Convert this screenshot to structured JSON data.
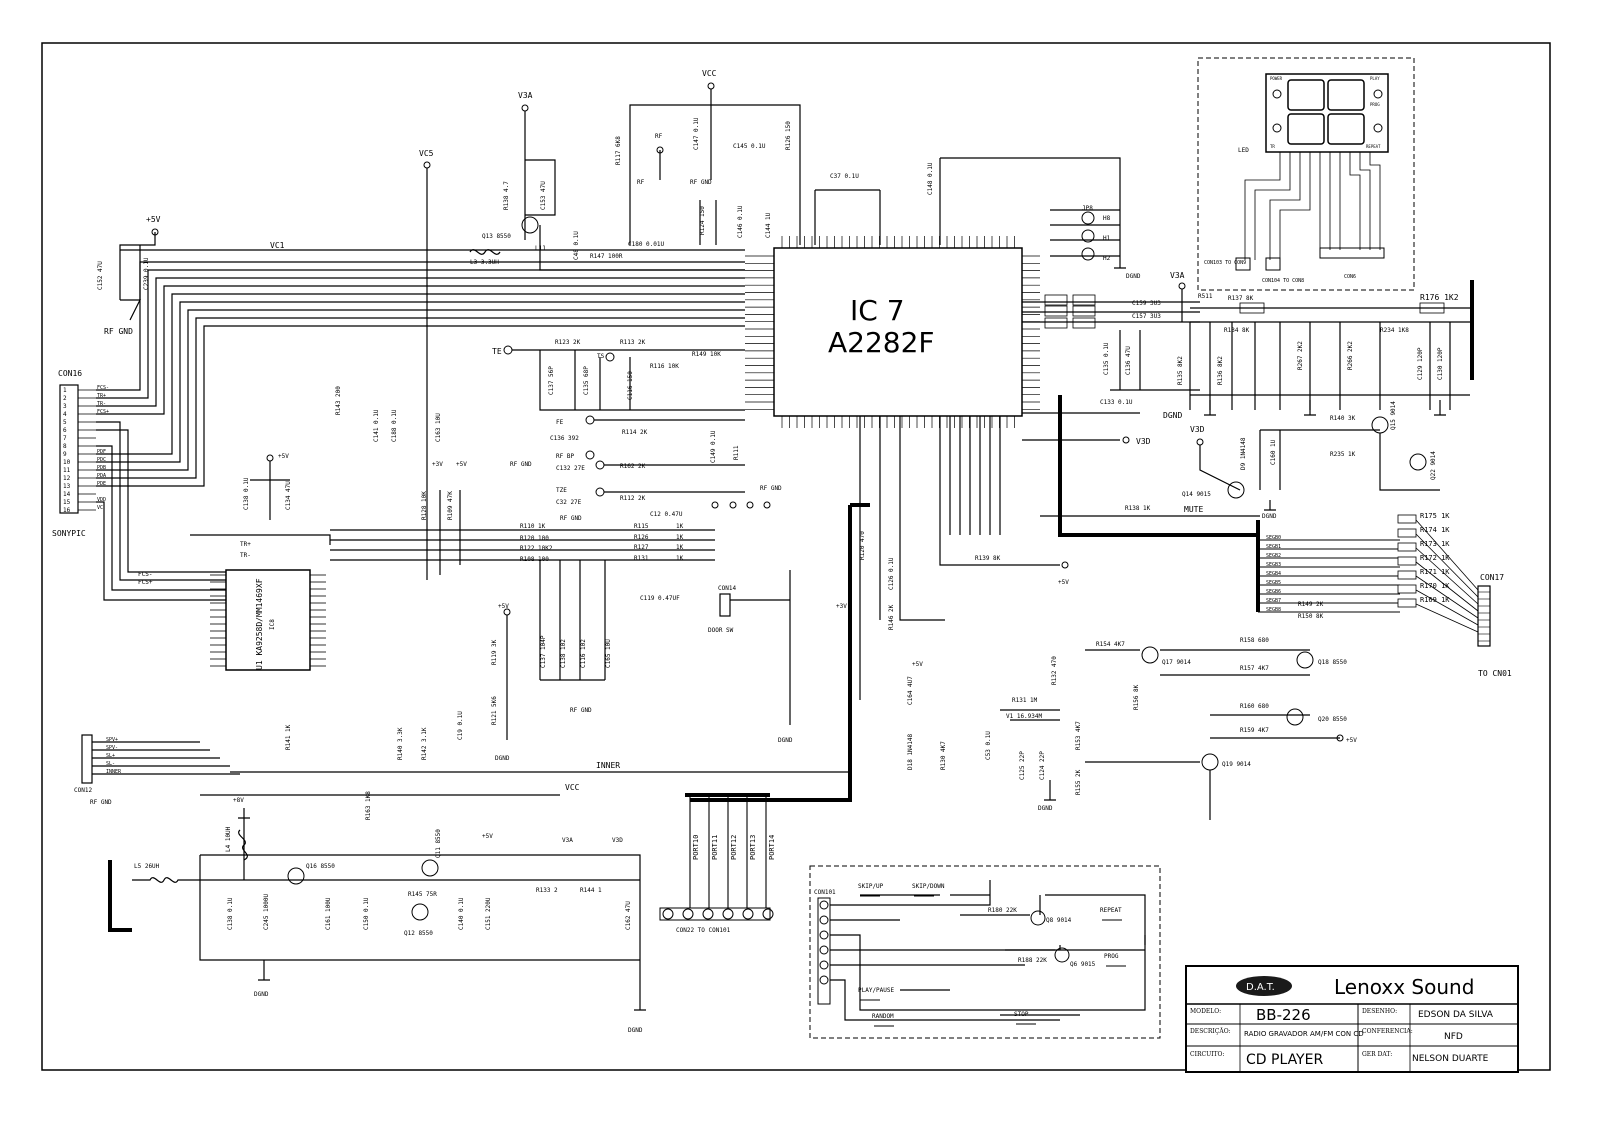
{
  "ic_main": {
    "ref": "IC 7",
    "part": "A2282F"
  },
  "ic_driver": {
    "ref": "IC8",
    "part": "U1 KA9258D/MM1469XF"
  },
  "connectors": {
    "con16": "CON16",
    "sonypic": "SONYPIC",
    "con17": "CON17",
    "to_cn01": "TO CN01",
    "con14": "CON14",
    "door": "DOOR SW",
    "con22": "CON22 TO CON101",
    "con12": "CON12",
    "rf_gnd": "RF GND",
    "con101": "CON101",
    "con103": "CON103 TO CON9",
    "con104": "CON104 TO CON8",
    "con6": "CON6"
  },
  "con16_pins": [
    "FCS-",
    "TR+",
    "TR-",
    "FCS+",
    "",
    "",
    "",
    "",
    "PDF",
    "PDC",
    "PDB",
    "PDA",
    "PDE",
    "",
    "VDD",
    "VC"
  ],
  "con17_pins": [
    "SEGB0",
    "SEGB1",
    "SEGB2",
    "SEGB3",
    "SEGB4",
    "SEGB5",
    "SEGB6",
    "SEGB7",
    "SEGB8"
  ],
  "con12_pins": [
    "SPV+",
    "SPV-",
    "SL+",
    "SL-",
    "INNER"
  ],
  "ports": [
    "PORT10",
    "PORT11",
    "PORT12",
    "PORT13",
    "PORT14"
  ],
  "rails": [
    "+5V",
    "VC5",
    "V3A",
    "VCC",
    "V3D",
    "+3V",
    "+8V",
    "DGND",
    "RF GND"
  ],
  "nets": {
    "vc1": "VC1",
    "inner": "INNER",
    "vcc": "VCC",
    "mute": "MUTE",
    "led": "LED"
  },
  "test_points": [
    "TE",
    "TS",
    "FE",
    "RF",
    "RF BP",
    "TZE",
    "RF GND"
  ],
  "components": {
    "coils": [
      "L3 3.3UH",
      "L4 10UH",
      "L5 26UH",
      "L11"
    ],
    "upper_caps": [
      "C152 47U",
      "C239 0.1U",
      "C153 47U",
      "C147 0.1U",
      "C145 0.1U",
      "C37 0.1U",
      "C148 0.1U",
      "C146 0.1U",
      "C144 1U",
      "C180 0.01U",
      "C48 0.1U"
    ],
    "upper_res": [
      "R138 4.7",
      "R117 6K8",
      "R126 150",
      "R124 150",
      "R147 100R",
      "R143 200"
    ],
    "mid_parts": [
      "R123 2K",
      "R113 2K",
      "R116 10K",
      "R149 10K",
      "C137 56P",
      "C135 68P",
      "C116 150",
      "R114 2K",
      "R162 2K",
      "R112 2K",
      "C136 392",
      "C132 27E",
      "C133 0.1U",
      "C132 27E"
    ],
    "bottom_parts": [
      "R110 1K",
      "R120 100",
      "R122 10K2",
      "R108 100",
      "R115 1K",
      "R126 1K",
      "R127 1K",
      "R131 1K",
      "C12 0.47U",
      "C119 0.47UF",
      "C137 104P",
      "C138 102",
      "C116 102",
      "C165 10U",
      "R128 10K",
      "R109 47K",
      "R119 3K",
      "R121 5K6",
      "C19 0.1U"
    ],
    "power_parts": [
      "C138 0.1U",
      "C245 1000U",
      "C161 100U",
      "C150 0.1U",
      "C140 0.1U",
      "C151 220U",
      "C162 47U",
      "R133 2",
      "R144 1",
      "R141 1K",
      "R140 3.3K",
      "R142 3.1K",
      "R163 1K8",
      "R145 75R",
      "Q16 8550",
      "Q11 8550",
      "Q12 8550"
    ],
    "right_parts": [
      "C135 0.1U",
      "C136 47U",
      "C159 3U3",
      "C157 3U3",
      "R135 8K2",
      "R136 8K2",
      "R137 8K",
      "R134 8K",
      "R176 1K2",
      "R234 1K8",
      "R267 2K2",
      "R266 2K2",
      "C129 120P",
      "C130 120P",
      "R140 3K",
      "R235 1K",
      "Q15 9014",
      "Q22 9014",
      "Q14 9015",
      "D9 1N4148",
      "C160 1U",
      "R138 1K",
      "R139 8K",
      "R175 1K",
      "R174 1K",
      "R173 1K",
      "R172 1K",
      "R171 1K",
      "R170 1K",
      "R169 1K",
      "R149 2K",
      "R150 8K"
    ],
    "audio_parts": [
      "R154 4K7",
      "Q17 9014",
      "R158 680",
      "R157 4K7",
      "Q18 8550",
      "R156 8K",
      "R160 680",
      "R159 4K7",
      "Q20 8550",
      "R153 4K7",
      "R155 2K",
      "Q19 9014",
      "R132 470",
      "R131 1M",
      "V1 16.934M",
      "C125 22P",
      "C124 22P",
      "C53 0.1U",
      "R120 470",
      "C126 0.1U",
      "R146 2K",
      "C164 4U7",
      "D18 1N4148",
      "R130 4K7"
    ]
  },
  "led_panel": {
    "title": "LED",
    "labels": [
      "POWER",
      "PLAY",
      "PROG",
      "TR",
      "REPEAT"
    ]
  },
  "switches": [
    "SKIP/UP",
    "SKIP/DOWN",
    "REPEAT",
    "PROG",
    "PLAY/PAUSE",
    "RANDOM",
    "STOP"
  ],
  "switch_parts": [
    "R180 22K",
    "Q8 9014",
    "R188 22K",
    "Q6 9015"
  ],
  "title_block": {
    "logo": "D.A.T.",
    "brand": "Lenoxx  Sound",
    "modelo_label": "MODELO:",
    "modelo": "BB-226",
    "desenho_label": "DESENHO:",
    "desenho": "EDSON DA SILVA",
    "descricao_label": "DESCRIÇÃO:",
    "descricao": "RADIO GRAVADOR AM/FM CON CD",
    "conferencia_label": "CONFERENCIA:",
    "conferencia": "NFD",
    "circuito_label": "CIRCUITO:",
    "circuito": "CD PLAYER",
    "gerdat_label": "GER DAT:",
    "gerdat": "NELSON DUARTE"
  }
}
